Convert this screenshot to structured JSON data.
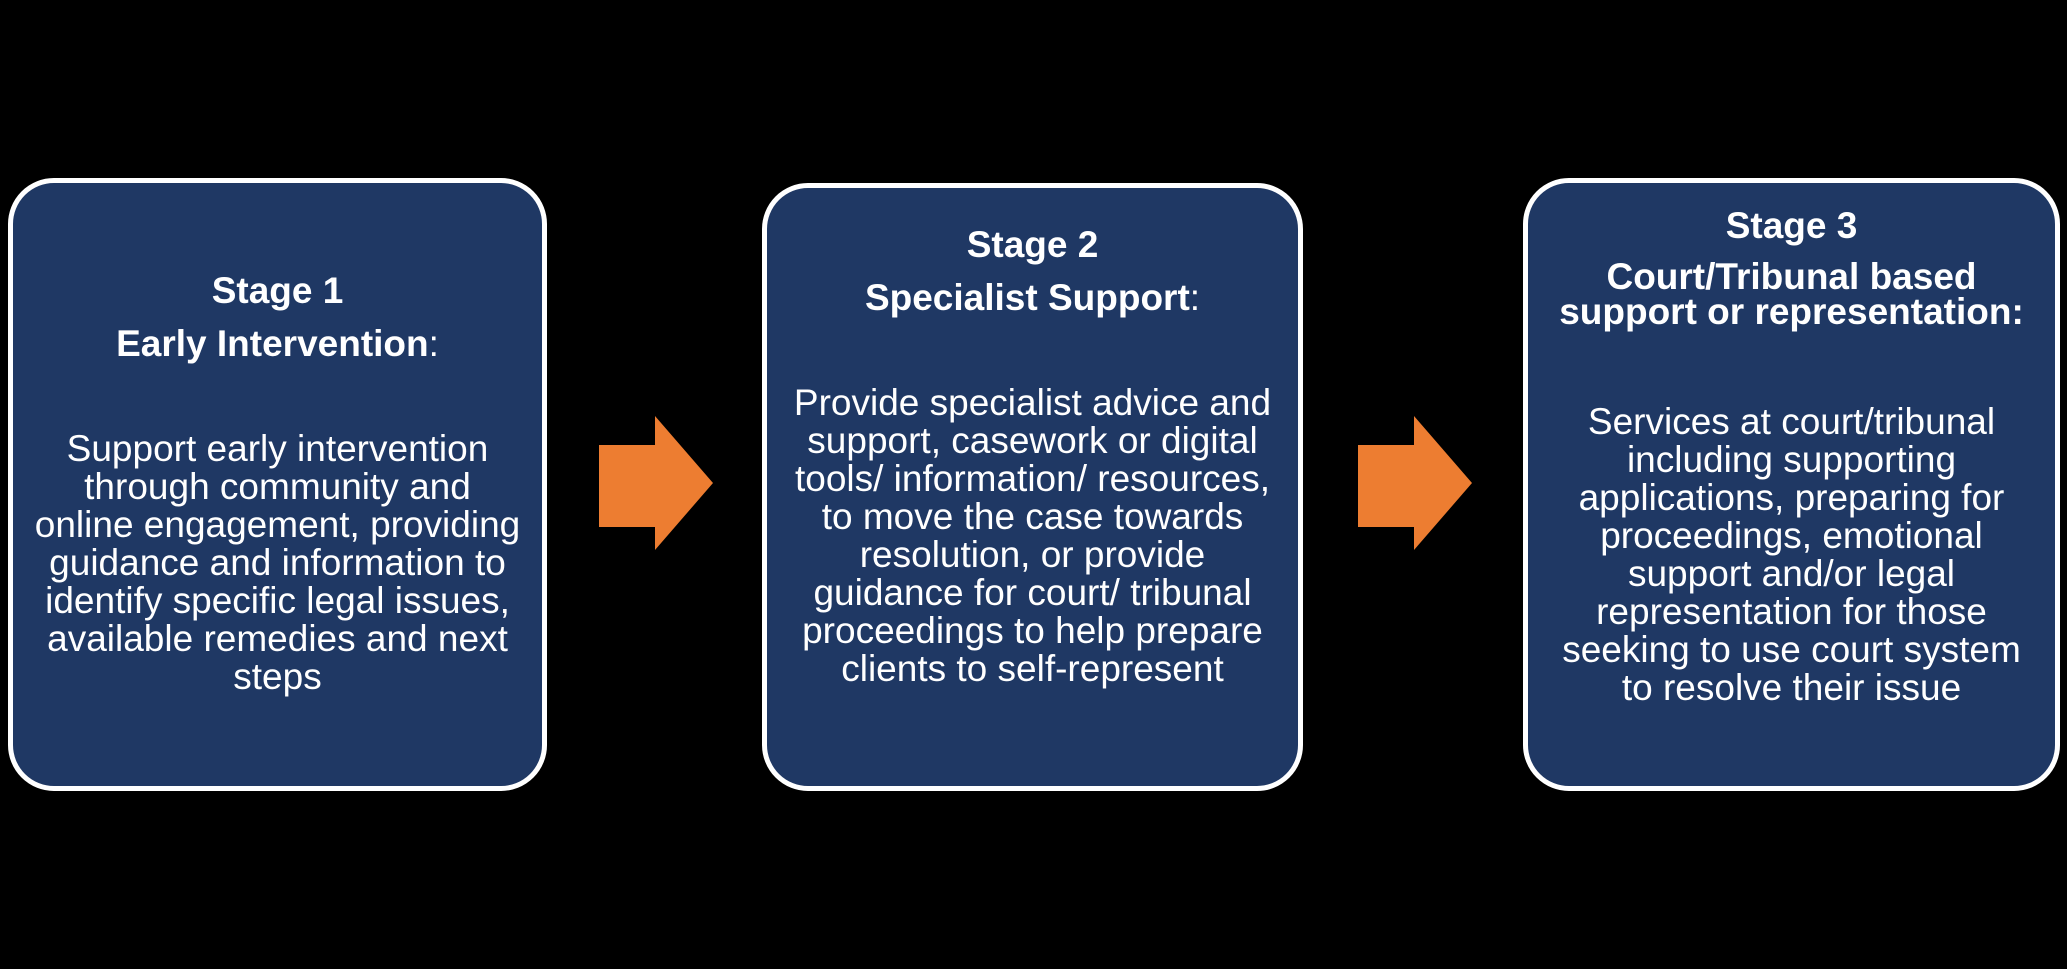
{
  "diagram": {
    "background_color": "#000000",
    "box_fill_color": "#1F3864",
    "box_border_color": "#FFFFFF",
    "arrow_color": "#ED7D31",
    "text_color": "#FFFFFF"
  },
  "stages": [
    {
      "stage_label": "Stage 1",
      "title": "Early Intervention",
      "title_colon": ":",
      "body_lines": [
        "Support early intervention",
        "through community and",
        "online engagement, providing",
        "guidance and information to",
        "identify specific legal issues,",
        "available remedies and next",
        "steps"
      ]
    },
    {
      "stage_label": "Stage 2",
      "title": "Specialist Support",
      "title_colon": ":",
      "body_lines": [
        "Provide specialist advice and",
        "support, casework or digital",
        "tools/ information/ resources,",
        "to move the case towards",
        "resolution, or provide",
        "guidance for court/ tribunal",
        "proceedings to help prepare",
        "clients to self-represent"
      ]
    },
    {
      "stage_label": "Stage 3",
      "title_lines": [
        "Court/Tribunal based",
        "support or representation:"
      ],
      "body_lines": [
        "Services at court/tribunal",
        "including supporting",
        "applications, preparing for",
        "proceedings, emotional",
        "support and/or legal",
        "representation for those",
        "seeking to use court system",
        "to resolve their issue"
      ]
    }
  ]
}
